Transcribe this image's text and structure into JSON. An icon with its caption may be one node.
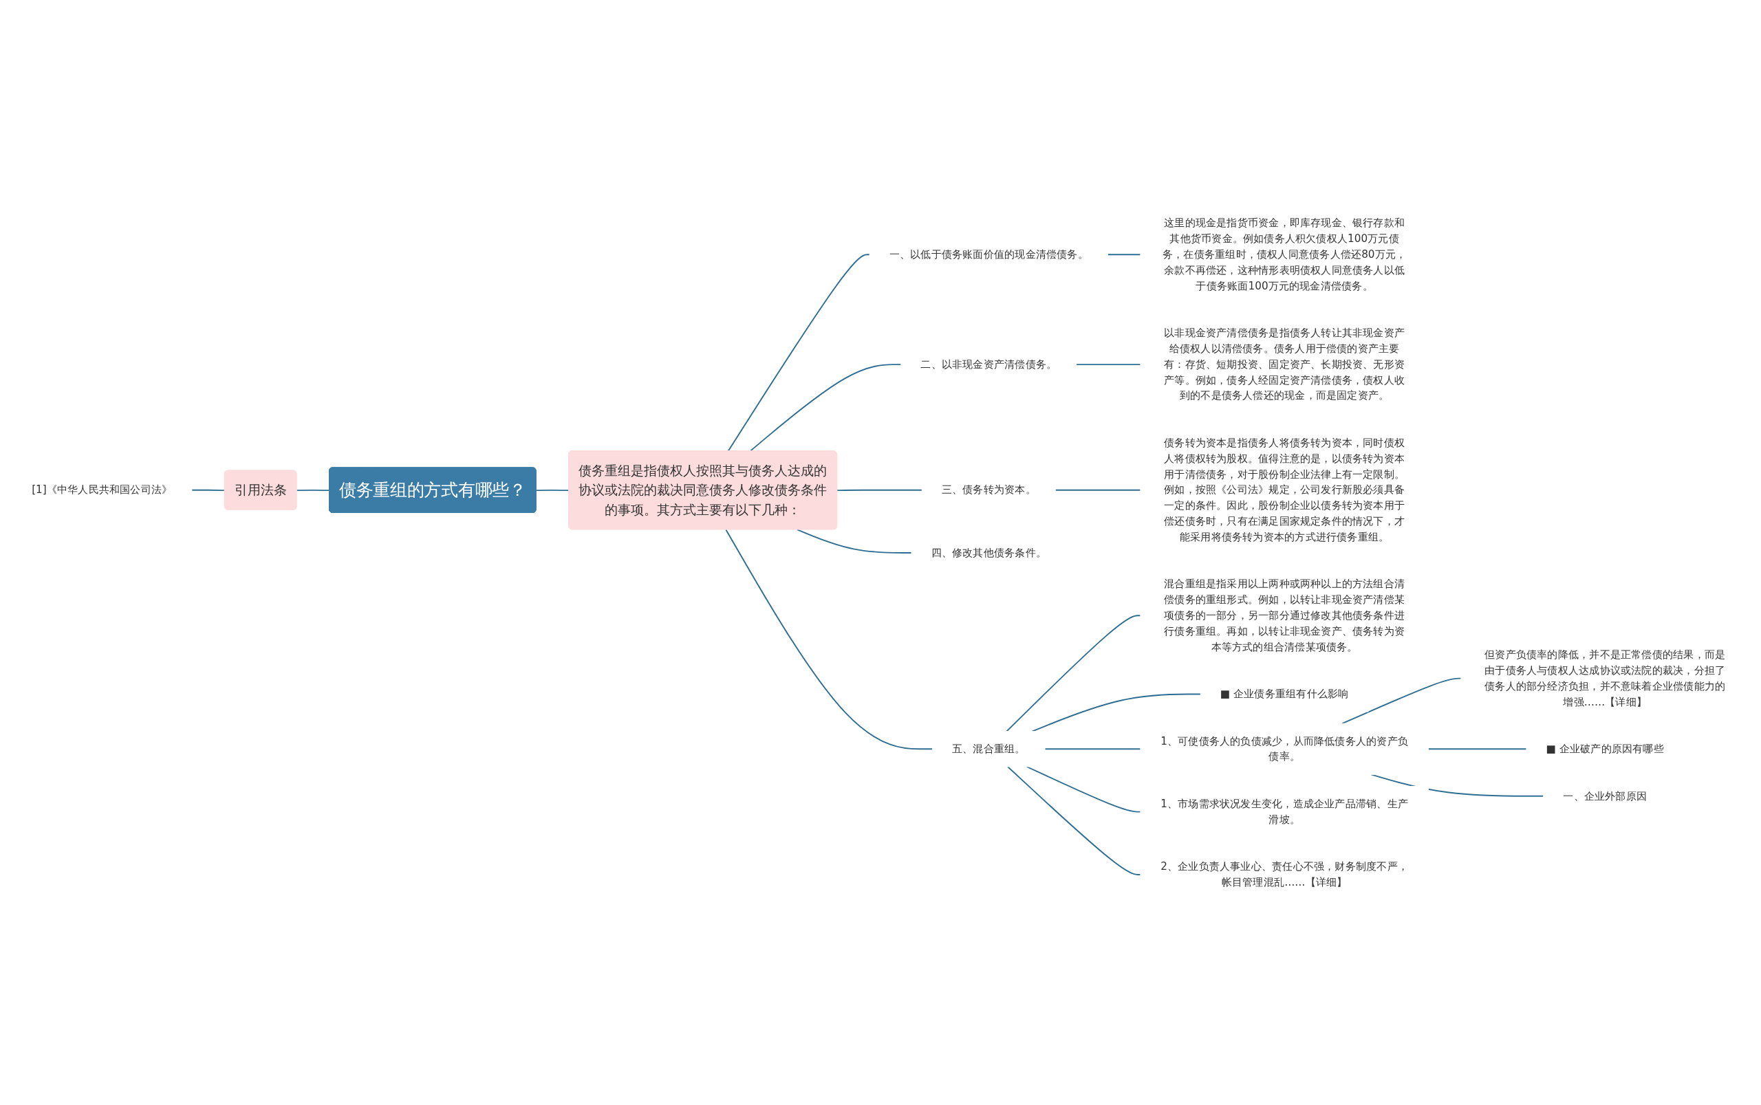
{
  "diagram": {
    "nodes": [
      {
        "text": [
          "债务重组的方式有哪些？"
        ]
      },
      {
        "text": [
          "引用法条"
        ]
      },
      {
        "text": [
          "[1]《中华人民共和国公司法》"
        ]
      },
      {
        "text": [
          "债务重组是指债权人按照其与债务人达成的协议或法院的裁决同意债务人修改债务条件的事项。其方式主要有以下几种："
        ]
      },
      {
        "text": [
          "一、以低于债务账面价值的现金清偿债务。"
        ]
      },
      {
        "text": [
          "这里的现金是指货币资金，即库存现金、银行存款和其他货币资金。例如债务人积欠债权人100万元债务，在债务重组时，债权人同意债务人偿还80万元，余款不再偿还，这种情形表明债权人同意债务人以低于债务账面100万元的现金清偿债务。"
        ]
      },
      {
        "text": [
          "二、以非现金资产清偿债务。"
        ]
      },
      {
        "text": [
          "以非现金资产清偿债务是指债务人转让其非现金资产给债权人以清偿债务。债务人用于偿债的资产主要有：存货、短期投资、固定资产、长期投资、无形资产等。例如，债务人经固定资产清偿债务，债权人收到的不是债务人偿还的现金，而是固定资产。"
        ]
      },
      {
        "text": [
          "三、债务转为资本。"
        ]
      },
      {
        "text": [
          "债务转为资本是指债务人将债务转为资本，同时债权人将债权转为股权。值得注意的是，以债务转为资本用于清偿债务，对于股份制企业法律上有一定限制。例如，按照《公司法》规定，公司发行新股必须具备一定的条件。因此，股份制企业以债务转为资本用于偿还债务时，只有在满足国家规定条件的情况下，才能采用将债务转为资本的方式进行债务重组。"
        ]
      },
      {
        "text": [
          "四、修改其他债务条件。"
        ]
      },
      {
        "text": [
          "五、混合重组。"
        ]
      },
      {
        "text": [
          "混合重组是指采用以上两种或两种以上的方法组合清偿债务的重组形式。例如，以转让非现金资产清偿某项债务的一部分，另一部分通过修改其他债务条件进行债务重组。再如，以转让非现金资产、债务转为资本等方式的组合清偿某项债务。"
        ]
      },
      {
        "text": [
          "■ 企业债务重组有什么影响"
        ]
      },
      {
        "text": [
          "1、可使债务人的负债减少，从而降低债务人的资产负债率。"
        ]
      },
      {
        "text": [
          "但资产负债率的降低，并不是正常偿债的结果，而是由于债务人与债权人达成协议或法院的裁决，分担了债务人的部分经济负担，并不意味着企业偿债能力的增强……【详细】"
        ]
      },
      {
        "text": [
          "■ 企业破产的原因有哪些"
        ]
      },
      {
        "text": [
          "一、企业外部原因"
        ]
      },
      {
        "text": [
          "1、市场需求状况发生变化，造成企业产品滞销、生产滑坡。"
        ]
      },
      {
        "text": [
          "2、企业负责人事业心、责任心不强，财务制度不严，帐目管理混乱……【详细】"
        ]
      }
    ],
    "edges": [
      {
        "from": 2,
        "to": 1,
        "arrow": "none"
      },
      {
        "from": 1,
        "to": 0,
        "arrow": "none"
      },
      {
        "from": 0,
        "to": 3,
        "arrow": "none"
      },
      {
        "from": 3,
        "to": 4,
        "arrow": "none"
      },
      {
        "from": 3,
        "to": 6,
        "arrow": "none"
      },
      {
        "from": 3,
        "to": 8,
        "arrow": "none"
      },
      {
        "from": 3,
        "to": 10,
        "arrow": "none"
      },
      {
        "from": 3,
        "to": 11,
        "arrow": "none"
      },
      {
        "from": 4,
        "to": 5,
        "arrow": "none"
      },
      {
        "from": 6,
        "to": 7,
        "arrow": "none"
      },
      {
        "from": 8,
        "to": 9,
        "arrow": "none"
      },
      {
        "from": 11,
        "to": 12,
        "arrow": "none"
      },
      {
        "from": 11,
        "to": 13,
        "arrow": "none"
      },
      {
        "from": 11,
        "to": 14,
        "arrow": "none"
      },
      {
        "from": 11,
        "to": 18,
        "arrow": "none"
      },
      {
        "from": 11,
        "to": 19,
        "arrow": "none"
      },
      {
        "from": 14,
        "to": 15,
        "arrow": "none"
      },
      {
        "from": 14,
        "to": 16,
        "arrow": "none"
      },
      {
        "from": 14,
        "to": 17,
        "arrow": "none"
      }
    ]
  }
}
